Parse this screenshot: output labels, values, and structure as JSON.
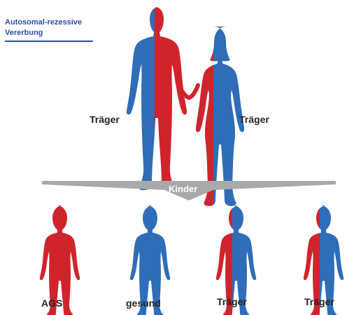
{
  "title": "Autosomal-rezessive\nVererbung",
  "parents": [
    {
      "label": "Träger"
    },
    {
      "label": "Träger"
    }
  ],
  "children_header": "Kinder",
  "children": [
    {
      "label": "AGS"
    },
    {
      "label": "gesund"
    },
    {
      "label": "Träger"
    },
    {
      "label": "Träger"
    }
  ],
  "colors": {
    "blue": "#2f6db8",
    "red": "#d0242c",
    "arrow": "#a9a9a9",
    "title": "#2c4ea3"
  }
}
